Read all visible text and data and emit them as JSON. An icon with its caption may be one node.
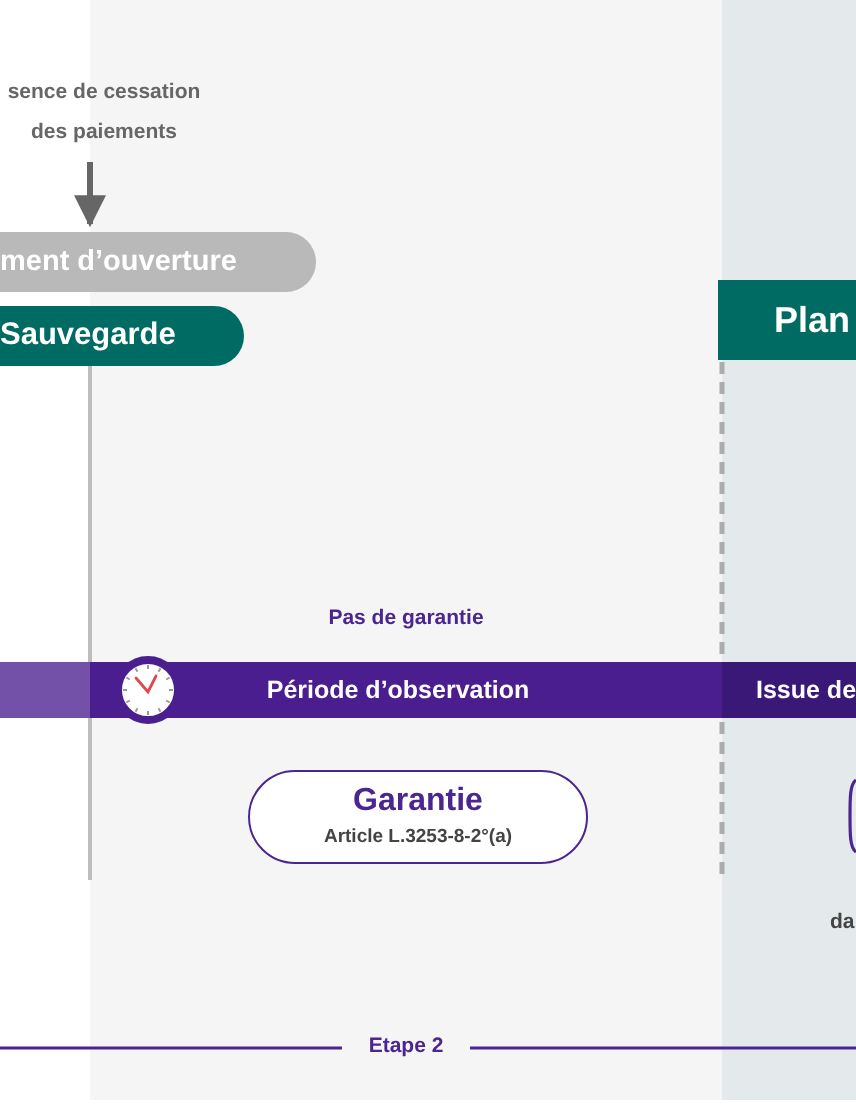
{
  "diagram": {
    "nodes": [
      {
        "text": [
          "sence de cessation des paiements"
        ]
      },
      {
        "text": [
          "ment d’ouverture"
        ]
      },
      {
        "text": [
          "Sauvegarde"
        ]
      },
      {
        "text": [
          "Plan"
        ]
      },
      {
        "text": [],
        "shape": "bar"
      },
      {
        "text": [
          "Période d’observation"
        ]
      },
      {
        "text": [
          "Issue de"
        ]
      },
      {
        "text": [
          "Garantie",
          "Article L.3253-8-2°(a)"
        ]
      },
      {
        "text": [],
        "shape": "box"
      }
    ],
    "edges": [
      {
        "from": 0,
        "to": 1,
        "arrow": "to"
      }
    ],
    "labels": [
      "Pas de garantie",
      "da",
      "Etape 2"
    ]
  }
}
